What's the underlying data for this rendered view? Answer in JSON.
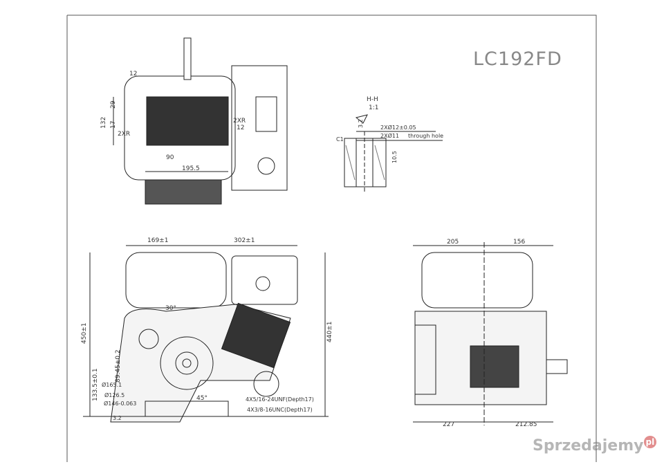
{
  "title": "LC192FD",
  "top_view": {
    "dims": [
      "12",
      "29",
      "17",
      "132",
      "2XR",
      "2XR",
      "12",
      "90",
      "195.5"
    ]
  },
  "section": {
    "label": "H-H",
    "scale": "1:1",
    "roughness": "3.2",
    "bore1": "2XØ12±0.05",
    "bore2": "2XØ11",
    "bore2_note": "through hole",
    "chamfer": "C1",
    "depth": "10.5"
  },
  "front_view": {
    "width_left": "169±1",
    "width_right": "302±1",
    "height_total": "450±1",
    "height_right": "440±1",
    "angle1": "30°",
    "angle2": "45°",
    "shaft_height": "133.5±0.1",
    "offset": "89.45±0.2",
    "d1": "Ø165.1",
    "d2": "Ø126.5",
    "d3": "Ø146-0.063",
    "roughness": "3.2",
    "thread1": "4X5/16-24UNF(Depth17)",
    "thread2": "4X3/8-16UNC(Depth17)"
  },
  "side_view": {
    "top_left": "205",
    "top_right": "156",
    "bottom_left": "227",
    "bottom_right": "212.85"
  },
  "watermark": {
    "text": "Sprzedajemy",
    "suffix": "pl"
  }
}
